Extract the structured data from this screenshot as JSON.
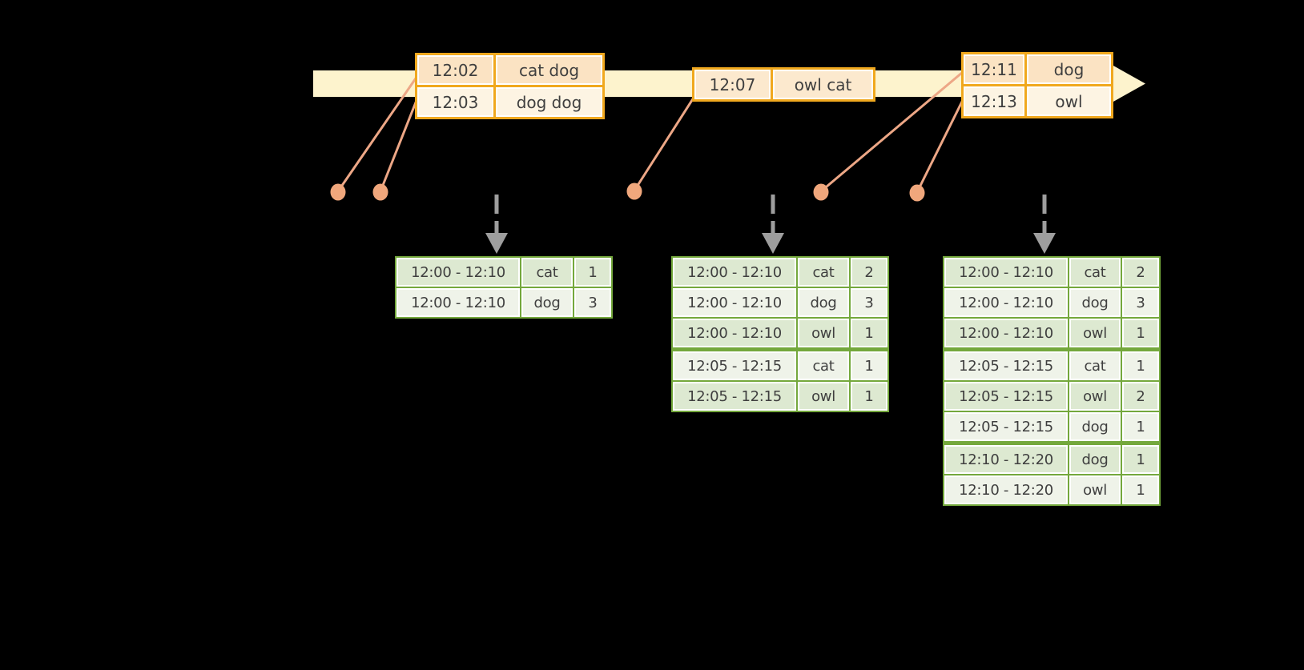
{
  "colors": {
    "background": "#000000",
    "timeline_band": "#fdf3cd",
    "event_border": "#f0a81e",
    "event_row_dark": "#fbe3c3",
    "event_row_light": "#fdf4e3",
    "event_row_mid": "#fce9ce",
    "connector_line": "#eda786",
    "event_dot": "#f0a77c",
    "result_border": "#74a83c",
    "result_row_dark": "#dde9d1",
    "result_row_light": "#eff3e9",
    "dashed_arrow": "#9e9e9e",
    "text": "#3f3f3f"
  },
  "event_tables": [
    {
      "id": "events-1",
      "rows": [
        {
          "time": "12:02",
          "words": "cat dog"
        },
        {
          "time": "12:03",
          "words": "dog dog"
        }
      ]
    },
    {
      "id": "events-2",
      "rows": [
        {
          "time": "12:07",
          "words": "owl cat"
        }
      ]
    },
    {
      "id": "events-3",
      "rows": [
        {
          "time": "12:11",
          "words": "dog"
        },
        {
          "time": "12:13",
          "words": "owl"
        }
      ]
    }
  ],
  "result_tables": [
    {
      "id": "counts-1",
      "rows": [
        {
          "window": "12:00 - 12:10",
          "word": "cat",
          "count": "1"
        },
        {
          "window": "12:00 - 12:10",
          "word": "dog",
          "count": "3"
        }
      ]
    },
    {
      "id": "counts-2",
      "rows": [
        {
          "window": "12:00 - 12:10",
          "word": "cat",
          "count": "2"
        },
        {
          "window": "12:00 - 12:10",
          "word": "dog",
          "count": "3"
        },
        {
          "window": "12:00 - 12:10",
          "word": "owl",
          "count": "1"
        },
        {
          "window": "12:05 - 12:15",
          "word": "cat",
          "count": "1"
        },
        {
          "window": "12:05 - 12:15",
          "word": "owl",
          "count": "1"
        }
      ]
    },
    {
      "id": "counts-3",
      "rows": [
        {
          "window": "12:00 - 12:10",
          "word": "cat",
          "count": "2"
        },
        {
          "window": "12:00 - 12:10",
          "word": "dog",
          "count": "3"
        },
        {
          "window": "12:00 - 12:10",
          "word": "owl",
          "count": "1"
        },
        {
          "window": "12:05 - 12:15",
          "word": "cat",
          "count": "1"
        },
        {
          "window": "12:05 - 12:15",
          "word": "owl",
          "count": "2"
        },
        {
          "window": "12:05 - 12:15",
          "word": "dog",
          "count": "1"
        },
        {
          "window": "12:10 - 12:20",
          "word": "dog",
          "count": "1"
        },
        {
          "window": "12:10 - 12:20",
          "word": "owl",
          "count": "1"
        }
      ]
    }
  ]
}
